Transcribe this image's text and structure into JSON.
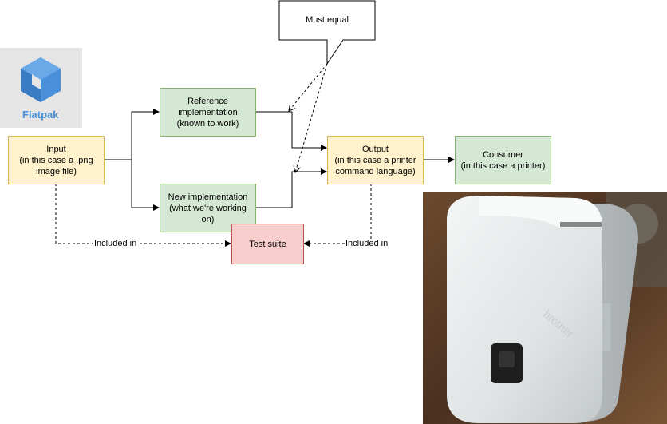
{
  "logo": {
    "name": "Flatpak",
    "icon": "flatpak-logo-icon"
  },
  "boxes": {
    "input": "Input\n(in this case a .png\nimage file)",
    "reference": "Reference\nimplementation\n(known to work)",
    "new_impl": "New implementation\n(what we're working\non)",
    "output": "Output\n(in this case a printer\ncommand language)",
    "consumer": "Consumer\n(in this case a printer)",
    "test_suite": "Test suite"
  },
  "callout": {
    "text": "Must equal"
  },
  "edges": {
    "included_in_left": "Included in",
    "included_in_right": "Included in"
  },
  "photo": {
    "brand_text": "brother",
    "icon": "label-printer-photo"
  },
  "colors": {
    "yellow_fill": "#fff2cc",
    "yellow_stroke": "#d6b656",
    "green_fill": "#d5e8d4",
    "green_stroke": "#82b366",
    "red_fill": "#f8cecc",
    "red_stroke": "#b85450",
    "flatpak_blue": "#4a90d9"
  }
}
